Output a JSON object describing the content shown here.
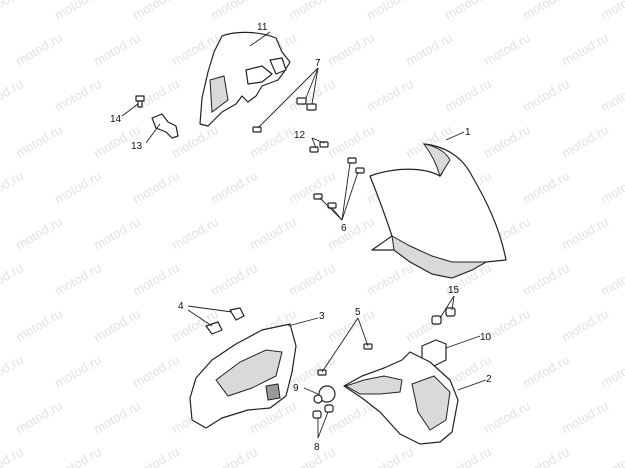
{
  "watermark": "motod.ru",
  "callouts": {
    "c1": "1",
    "c2": "2",
    "c3": "3",
    "c4": "4",
    "c5": "5",
    "c6": "6",
    "c7": "7",
    "c8": "8",
    "c9": "9",
    "c10": "10",
    "c11": "11",
    "c12": "12",
    "c13": "13",
    "c14": "14",
    "c15": "15"
  }
}
